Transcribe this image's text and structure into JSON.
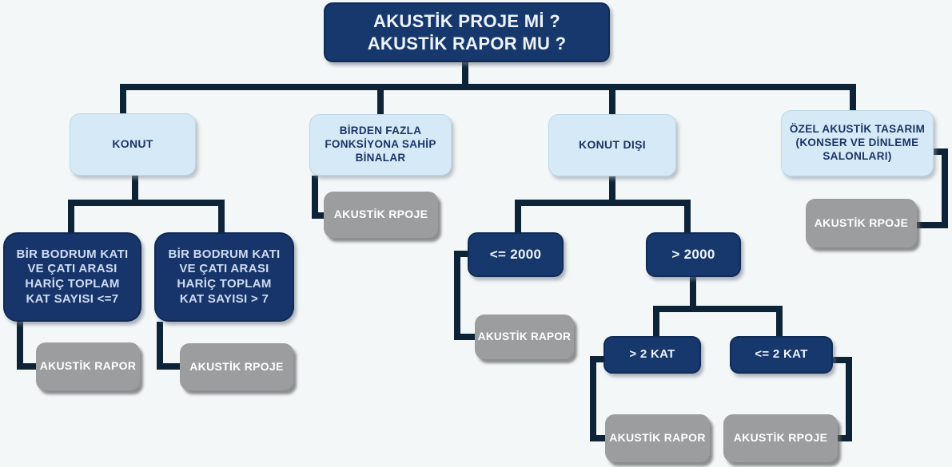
{
  "diagram": {
    "root": {
      "label": "AKUSTİK PROJE Mİ ?\nAKUSTİK RAPOR MU ?"
    },
    "branches": [
      {
        "label": "KONUT",
        "children": [
          {
            "label": "BİR BODRUM KATI\nVE ÇATI ARASI\nHARİÇ TOPLAM\nKAT SAYISI <=7",
            "result": "AKUSTİK RAPOR"
          },
          {
            "label": "BİR BODRUM KATI\nVE ÇATI ARASI\nHARİÇ TOPLAM\nKAT SAYISI > 7",
            "result": "AKUSTİK RPOJE"
          }
        ]
      },
      {
        "label": "BİRDEN FAZLA\nFONKSİYONA SAHİP\nBİNALAR",
        "result": "AKUSTİK RPOJE"
      },
      {
        "label": "KONUT DIŞI",
        "children": [
          {
            "label": "<= 2000",
            "result": "AKUSTİK RAPOR"
          },
          {
            "label": "> 2000",
            "children": [
              {
                "label": "> 2 KAT",
                "result": "AKUSTİK RAPOR"
              },
              {
                "label": "<= 2 KAT",
                "result": "AKUSTİK RPOJE"
              }
            ]
          }
        ]
      },
      {
        "label": "ÖZEL AKUSTİK TASARIM\n(KONSER VE DİNLEME\nSALONLARI)",
        "result": "AKUSTİK RPOJE"
      }
    ],
    "colors": {
      "navy_box": "#17386c",
      "light_blue_box": "#d5eaf6",
      "gray_box": "#9b9d9e",
      "connector": "#0d2438",
      "background": "#f4f7f8",
      "navy_box_text": "#eef3fc",
      "light_blue_box_text": "#1c3467",
      "gray_box_text": "#ffffff"
    }
  }
}
